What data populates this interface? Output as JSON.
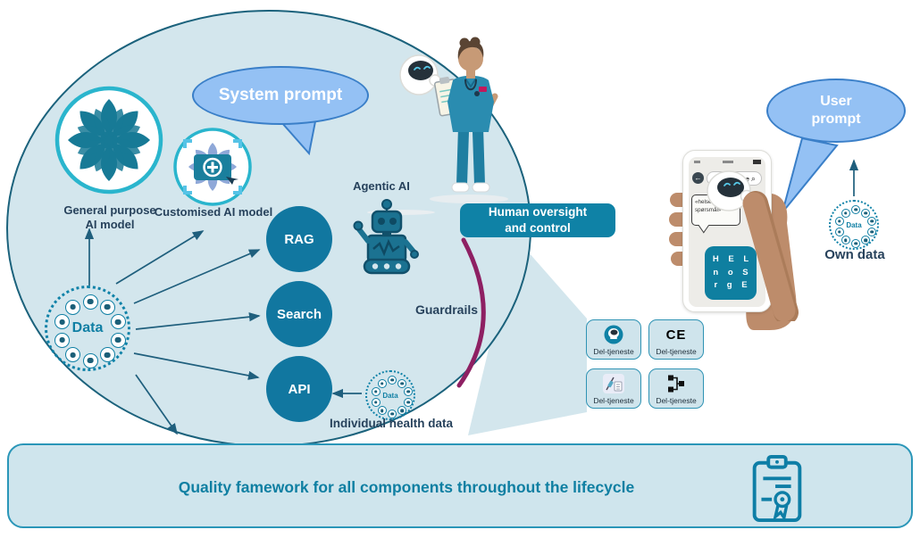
{
  "colors": {
    "circle_fill": "#d3e6ed",
    "circle_stroke": "#1b627c",
    "node_fill": "#1177a0",
    "banner_fill": "#0f82a6",
    "bubble_fill": "#94c1f4",
    "bubble_stroke": "#3a7fc8",
    "guardrail_purple": "#8e2063",
    "arrow": "#1f5f7d",
    "dark_label": "#27425c",
    "teal_text": "#0f7fa2",
    "skin": "#bd8c6b",
    "scrubs": "#2a8cb0"
  },
  "model_circle": {
    "general_purpose_line1": "General purpose",
    "general_purpose_line2": "AI model",
    "customised_label": "Customised AI model",
    "system_prompt": "System prompt",
    "agentic_ai": "Agentic AI",
    "guardrails": "Guardrails",
    "data_label": "Data",
    "nodes": [
      "RAG",
      "Search",
      "API"
    ],
    "individual_health_data": "Individual health data",
    "oversight_line1": "Human oversight",
    "oversight_line2": "and control"
  },
  "user_side": {
    "user_prompt_line1": "User",
    "user_prompt_line2": "prompt",
    "own_data_label": "Own data",
    "own_data_inner": "Data",
    "phone": {
      "app_name": "Helsenorge",
      "search_icon": "⌕",
      "back_icon": "←",
      "chat_line1": "«helserelaterte",
      "chat_line2": "spørsmål»",
      "logo_row1": "H E L",
      "logo_row2": "n o S",
      "logo_row3": "r g E"
    }
  },
  "services": {
    "items": [
      {
        "label": "Del-tjeneste",
        "icon": "chatbot-icon"
      },
      {
        "label": "Del-tjeneste",
        "icon": "ce-mark-icon",
        "icon_text": "CE"
      },
      {
        "label": "Del-tjeneste",
        "icon": "vaccine-checklist-icon"
      },
      {
        "label": "Del-tjeneste",
        "icon": "flowchart-icon"
      }
    ]
  },
  "footer": {
    "text": "Quality famework for all components throughout the lifecycle"
  },
  "data_ring_icons": [
    "clipboard",
    "pills",
    "bed",
    "microscope",
    "syringe",
    "monitor",
    "phone",
    "chart",
    "hand",
    "record"
  ]
}
